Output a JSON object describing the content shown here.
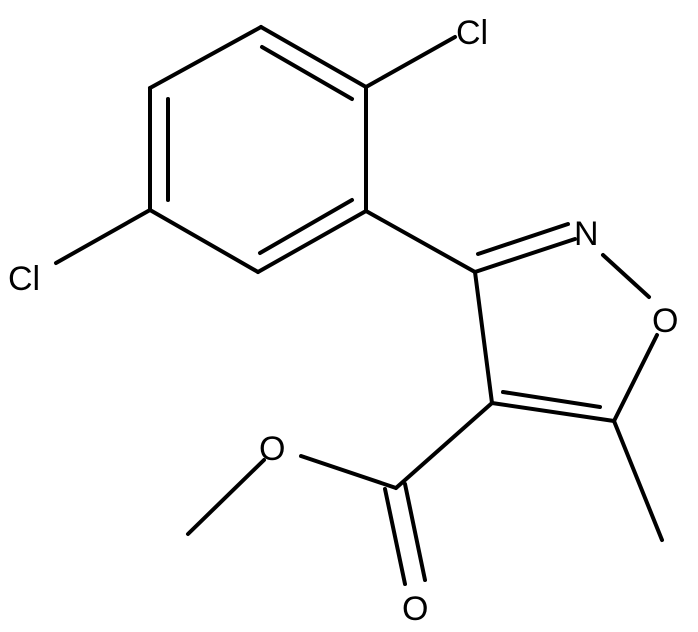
{
  "molecule": {
    "atom_labels": {
      "cl_top": "Cl",
      "cl_left": "Cl",
      "n": "N",
      "o_ring": "O",
      "o_ester": "O",
      "o_carbonyl": "O"
    },
    "colors": {
      "bond": "#000000",
      "label": "#000000",
      "background": "#ffffff"
    }
  }
}
